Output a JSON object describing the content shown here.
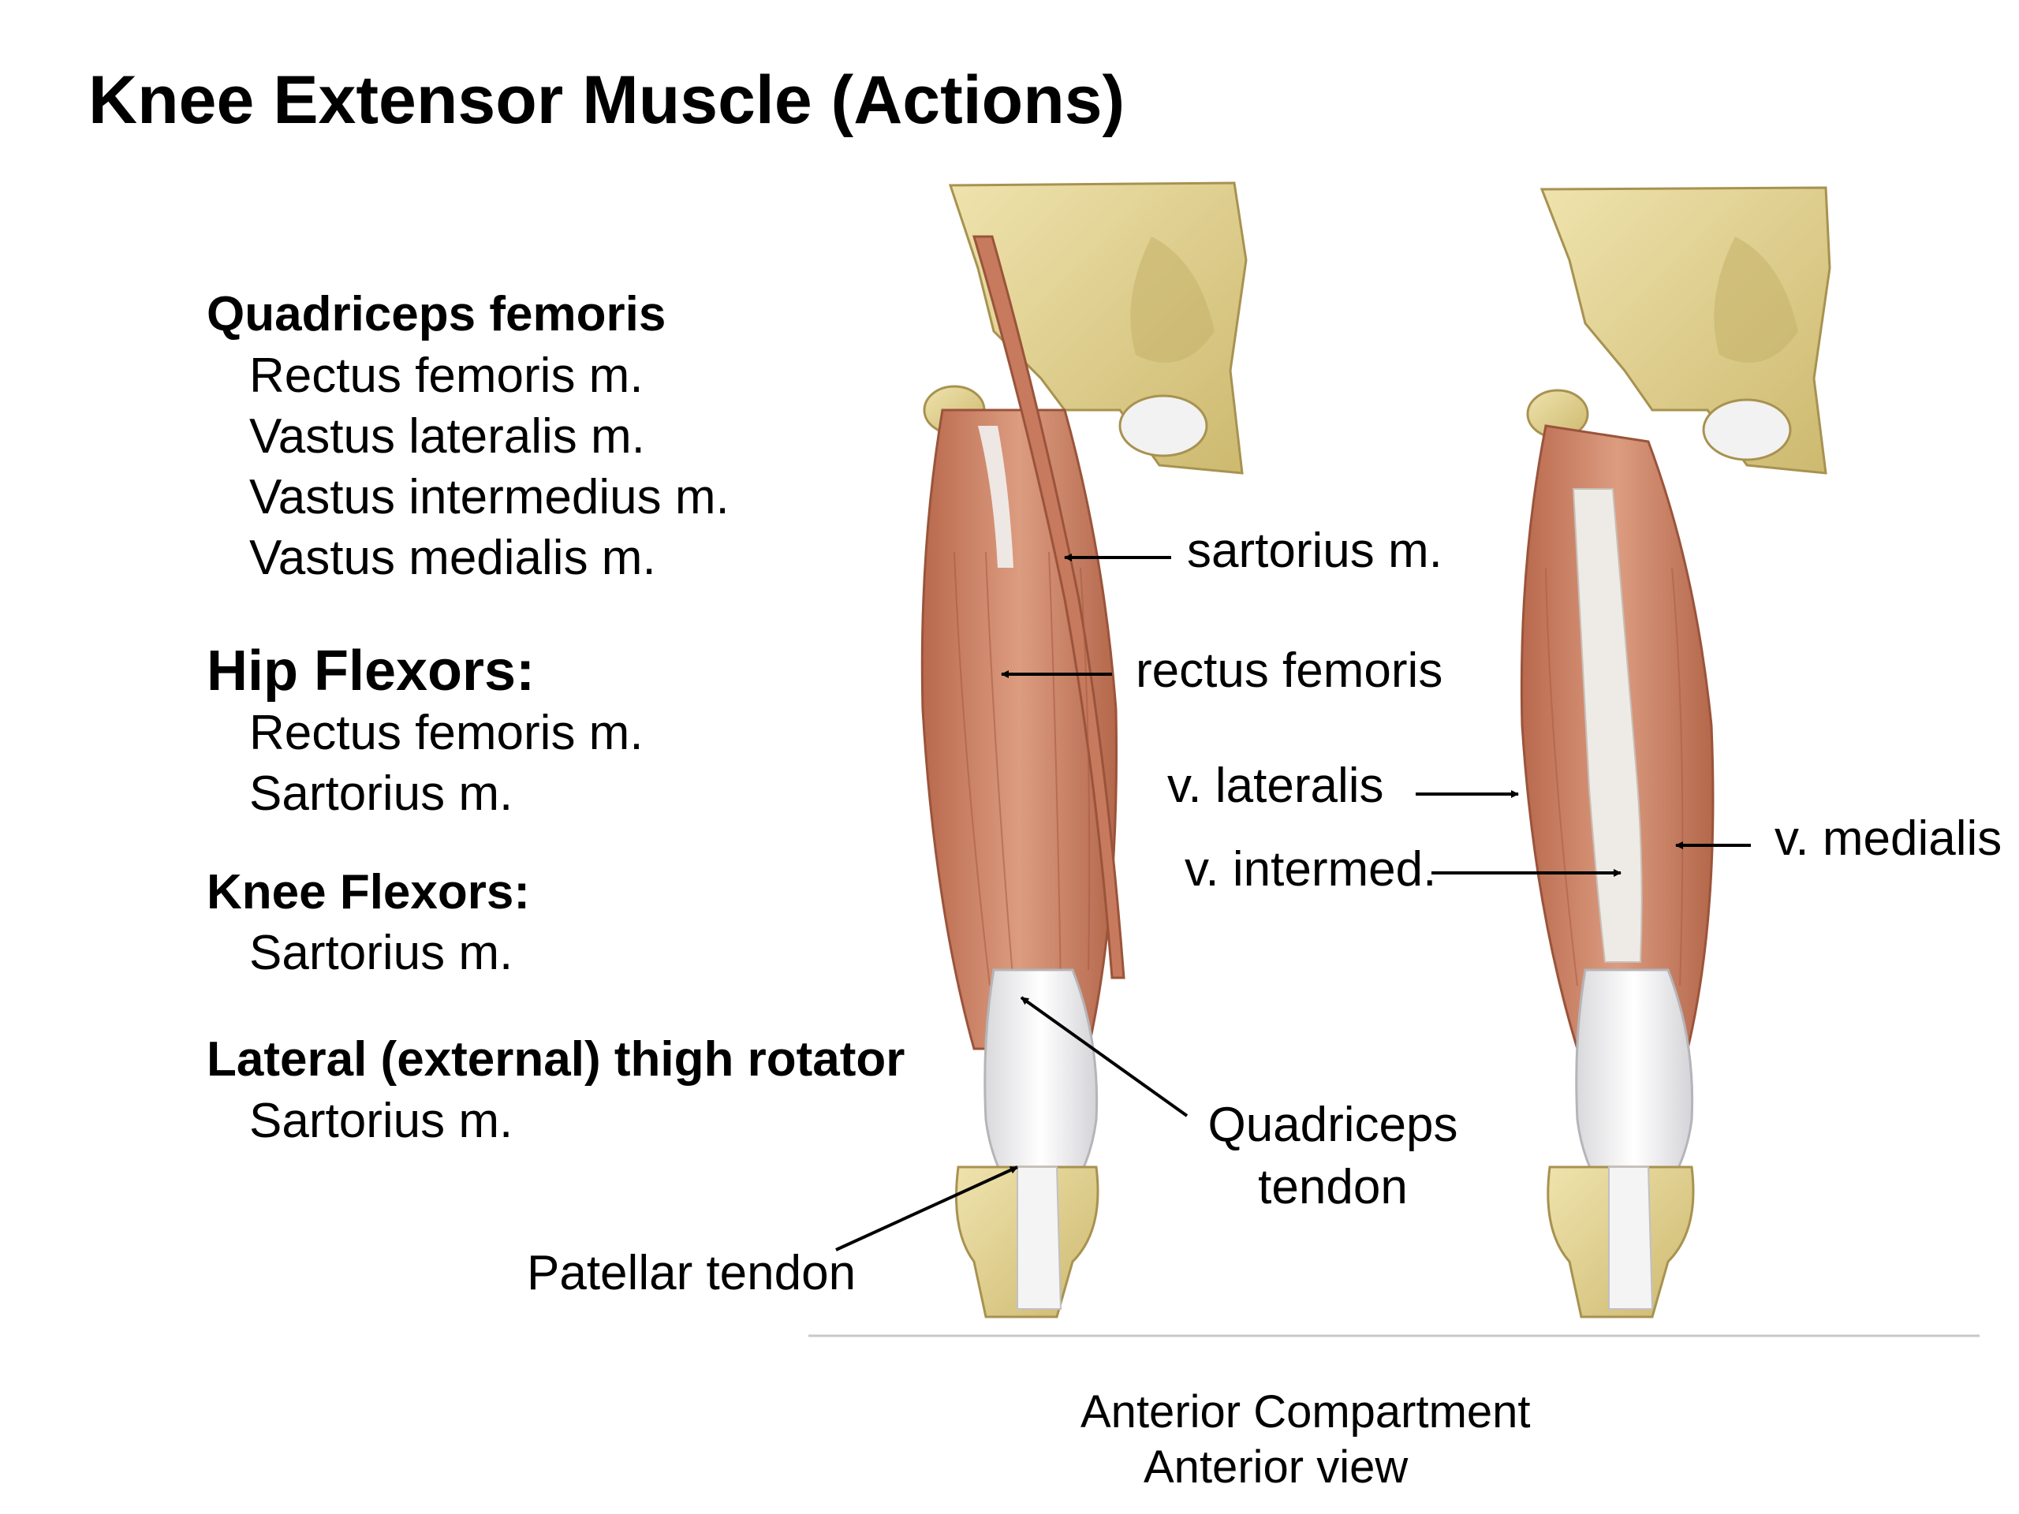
{
  "title": "Knee Extensor Muscle (Actions)",
  "groups": [
    {
      "heading": "Quadriceps femoris",
      "items": [
        "Rectus femoris m.",
        "Vastus lateralis m.",
        "Vastus intermedius m.",
        "Vastus medialis m."
      ]
    },
    {
      "heading": "Hip Flexors:",
      "items": [
        "Rectus femoris m.",
        "Sartorius m."
      ]
    },
    {
      "heading": "Knee Flexors:",
      "items": [
        "Sartorius m."
      ]
    },
    {
      "heading": "Lateral (external) thigh rotator",
      "items": [
        "Sartorius m."
      ]
    }
  ],
  "labels": {
    "sartorius": "sartorius m.",
    "rectus_femoris": "rectus femoris",
    "v_lateralis": "v. lateralis",
    "v_intermed": "v. intermed.",
    "v_medialis": "v. medialis",
    "quad_tendon_line1": "Quadriceps",
    "quad_tendon_line2": "tendon",
    "patellar_tendon": "Patellar tendon"
  },
  "caption": {
    "line1": "Anterior Compartment",
    "line2": "Anterior view"
  },
  "colors": {
    "bone": "#e6d79a",
    "bone_dark": "#b8a45c",
    "muscle": "#d38f74",
    "muscle_dark": "#b2674d",
    "tendon": "#eeeeee",
    "arrow": "#000000"
  }
}
